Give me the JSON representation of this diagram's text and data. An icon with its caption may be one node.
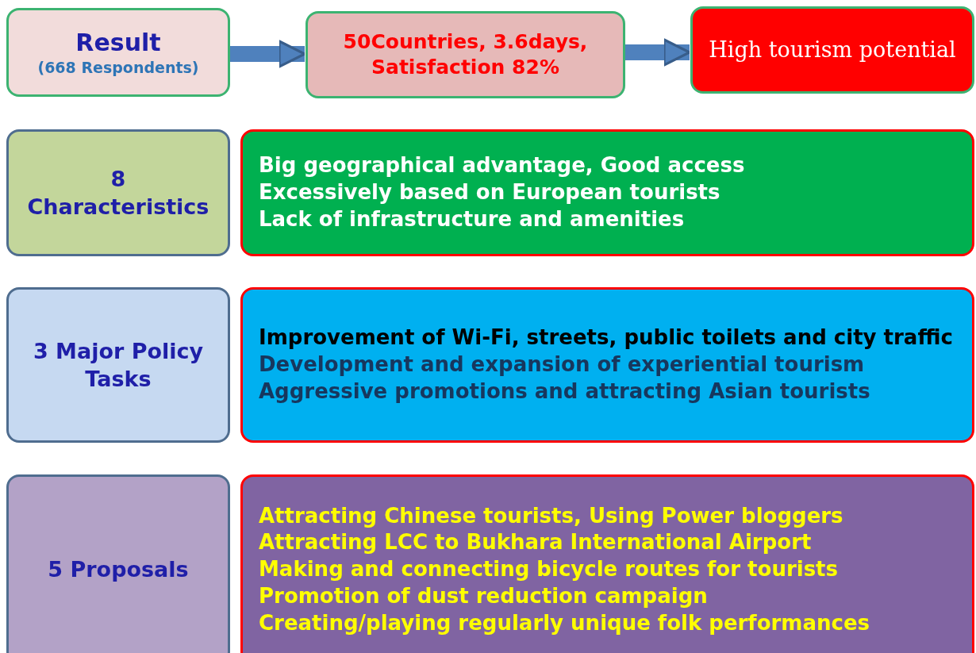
{
  "diagram": {
    "nodes": [
      {
        "text": [
          "Result",
          "(668 Respondents)"
        ]
      },
      {
        "text": [
          "50Countries, 3.6days, Satisfaction 82%"
        ]
      },
      {
        "text": [
          "High tourism potential"
        ]
      },
      {
        "text": [
          "8 Characteristics"
        ]
      },
      {
        "text": [
          "Big geographical advantage, Good access",
          "Excessively based on European tourists",
          "Lack of infrastructure and amenities"
        ]
      },
      {
        "text": [
          "3 Major Policy Tasks"
        ]
      },
      {
        "text": [
          "Improvement of Wi-Fi, streets, public toilets and city traffic",
          "Development and expansion of experiential tourism",
          "Aggressive promotions and attracting Asian tourists"
        ]
      },
      {
        "text": [
          "5 Proposals"
        ]
      },
      {
        "text": [
          "Attracting Chinese tourists, Using Power bloggers",
          "Attracting LCC to Bukhara International Airport",
          "Making and connecting bicycle routes for tourists",
          "Promotion of dust reduction campaign",
          "Creating/playing regularly unique folk performances"
        ]
      }
    ],
    "edges": [
      {
        "from": 0,
        "to": 1,
        "arrow": "to"
      },
      {
        "from": 1,
        "to": 2,
        "arrow": "to"
      }
    ]
  }
}
